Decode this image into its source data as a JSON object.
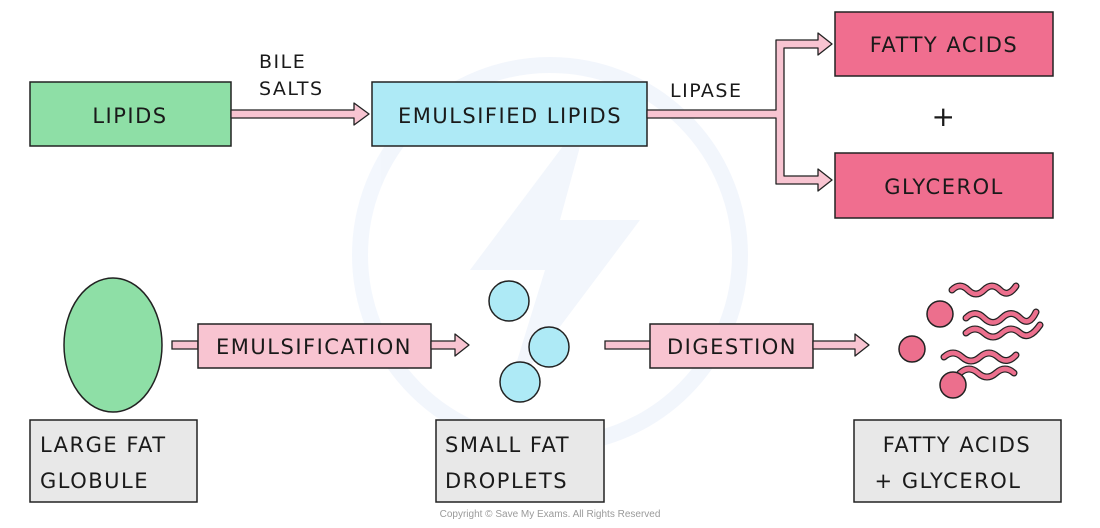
{
  "top_flow": {
    "lipids": "LIPIDS",
    "bile_salts_line1": "BILE",
    "bile_salts_line2": "SALTS",
    "emulsified_lipids": "EMULSIFIED LIPIDS",
    "lipase": "LIPASE",
    "fatty_acids": "FATTY ACIDS",
    "plus": "+",
    "glycerol": "GLYCEROL"
  },
  "bottom_flow": {
    "emulsification": "EMULSIFICATION",
    "digestion": "DIGESTION",
    "large_fat_line1": "LARGE FAT",
    "large_fat_line2": "GLOBULE",
    "small_fat_line1": "SMALL FAT",
    "small_fat_line2": "DROPLETS",
    "products_line1": "FATTY ACIDS",
    "products_line2": "+ GLYCEROL"
  },
  "footer": {
    "copyright": "Copyright © Save My Exams. All Rights Reserved"
  },
  "colors": {
    "lipids_green": "#8edfa6",
    "emulsified_blue": "#aeeaf6",
    "product_pink": "#f06e8f",
    "arrow_pink": "#f8c4d1",
    "caption_grey": "#e8e8e8",
    "droplet_blue": "#aeeaf6",
    "acid_pink": "#ec6f8d"
  }
}
